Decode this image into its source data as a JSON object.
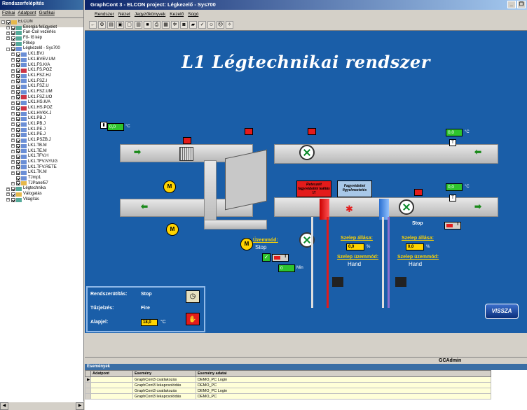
{
  "left_panel": {
    "title": "Rendszerfelépítés",
    "menu": [
      "Fizikai",
      "Adatpont",
      "Grafikai"
    ],
    "tree": [
      {
        "label": "ELCON",
        "level": 0,
        "toggle": "-",
        "checked": true,
        "icon": "y"
      },
      {
        "label": "Energia felügyelet",
        "level": 1,
        "toggle": "+",
        "checked": true,
        "icon": "g"
      },
      {
        "label": "Fan-Coil vezérlés",
        "level": 1,
        "toggle": "+",
        "checked": true,
        "icon": "g"
      },
      {
        "label": "Fő- fő kép",
        "level": 1,
        "toggle": "+",
        "checked": true,
        "icon": "g"
      },
      {
        "label": "Főkép",
        "level": 1,
        "toggle": "",
        "checked": true,
        "icon": "g"
      },
      {
        "label": "Légkezelő - Sys700",
        "level": 1,
        "toggle": "-",
        "checked": true,
        "icon": "b"
      },
      {
        "label": "LK1.BV.I",
        "level": 2,
        "toggle": "+",
        "checked": true,
        "icon": "b"
      },
      {
        "label": "LK1.BVEV.UM",
        "level": 2,
        "toggle": "+",
        "checked": true,
        "icon": "b"
      },
      {
        "label": "LK1.FS.K/A",
        "level": 2,
        "toggle": "+",
        "checked": true,
        "icon": "b"
      },
      {
        "label": "LK1.FS.POZ",
        "level": 2,
        "toggle": "+",
        "checked": true,
        "icon": "r"
      },
      {
        "label": "LK1.FSZ.HJ",
        "level": 2,
        "toggle": "+",
        "checked": true,
        "icon": "b"
      },
      {
        "label": "LK1.FSZ.I",
        "level": 2,
        "toggle": "+",
        "checked": true,
        "icon": "b"
      },
      {
        "label": "LK1.FSZ.U",
        "level": 2,
        "toggle": "+",
        "checked": true,
        "icon": "b"
      },
      {
        "label": "LK1.FSZ.UM",
        "level": 2,
        "toggle": "+",
        "checked": true,
        "icon": "b"
      },
      {
        "label": "LK1.FSZ.UO",
        "level": 2,
        "toggle": "+",
        "checked": true,
        "icon": "r"
      },
      {
        "label": "LK1.HS.K/A",
        "level": 2,
        "toggle": "+",
        "checked": true,
        "icon": "b"
      },
      {
        "label": "LK1.HS.POZ",
        "level": 2,
        "toggle": "+",
        "checked": true,
        "icon": "r"
      },
      {
        "label": "LK1.HVKK.J",
        "level": 2,
        "toggle": "+",
        "checked": true,
        "icon": "b"
      },
      {
        "label": "LK1.PB.J",
        "level": 2,
        "toggle": "+",
        "checked": true,
        "icon": "b"
      },
      {
        "label": "LK1.PB.J",
        "level": 2,
        "toggle": "+",
        "checked": true,
        "icon": "b"
      },
      {
        "label": "LK1.PE.J",
        "level": 2,
        "toggle": "+",
        "checked": true,
        "icon": "b"
      },
      {
        "label": "LK1.PE.J",
        "level": 2,
        "toggle": "+",
        "checked": true,
        "icon": "b"
      },
      {
        "label": "LK1.PSZB.J",
        "level": 2,
        "toggle": "+",
        "checked": true,
        "icon": "b"
      },
      {
        "label": "LK1.TB.M",
        "level": 2,
        "toggle": "+",
        "checked": true,
        "icon": "b"
      },
      {
        "label": "LK1.TE.M",
        "level": 2,
        "toggle": "+",
        "checked": true,
        "icon": "b"
      },
      {
        "label": "LK1.TFV.H",
        "level": 2,
        "toggle": "+",
        "checked": true,
        "icon": "b"
      },
      {
        "label": "LK1.TFV.NYUG",
        "level": 2,
        "toggle": "+",
        "checked": true,
        "icon": "b"
      },
      {
        "label": "LK1.TFV.RETE",
        "level": 2,
        "toggle": "+",
        "checked": true,
        "icon": "b"
      },
      {
        "label": "LK1.TK.M",
        "level": 2,
        "toggle": "+",
        "checked": true,
        "icon": "b"
      },
      {
        "label": "TJmp1",
        "level": 2,
        "toggle": "",
        "checked": true,
        "icon": "b"
      },
      {
        "label": "TJPanel57",
        "level": 2,
        "toggle": "+",
        "checked": true,
        "icon": "y"
      },
      {
        "label": "Légtechnika",
        "level": 1,
        "toggle": "+",
        "checked": true,
        "icon": "g"
      },
      {
        "label": "Válogatás",
        "level": 1,
        "toggle": "+",
        "checked": true,
        "icon": "y"
      },
      {
        "label": "Világítás",
        "level": 1,
        "toggle": "+",
        "checked": true,
        "icon": "g"
      }
    ]
  },
  "window": {
    "title": "GraphCont 3 - ELCON project: Légkezelő - Sys700",
    "menu": [
      "Rendszer",
      "Nézet",
      "Jegyzőkönyvek",
      "Kezelő",
      "Súgó"
    ],
    "toolbar_icons": [
      "arrow-left-icon",
      "gear-icon",
      "document-icon",
      "window-icon",
      "window2-icon",
      "window3-icon",
      "screen-icon",
      "print-icon",
      "chart-icon",
      "tool-icon",
      "disk-icon",
      "folder-icon",
      "ok-icon",
      "user-icon",
      "user-delete-icon",
      "settings-icon"
    ]
  },
  "diagram": {
    "heading": "L1 Légtechnikai rendszer",
    "temp_left": {
      "value": "0,0",
      "unit": "°C"
    },
    "temp_top_right": {
      "value": "0,0",
      "unit": "°C"
    },
    "temp_mid_right": {
      "value": "0,0",
      "unit": "°C"
    },
    "motor_label": "M",
    "sensor_label": "T",
    "btn_reteszelt": "Reteszelt fagyvédelmi leállás !!!",
    "btn_fagyvedelmi": "Fagyvédelmi figyelmeztetés",
    "fan_status": "Stop",
    "pump": {
      "mode_label": "Üzemmód:",
      "mode_value": "Stop",
      "timer_value": "0",
      "timer_unit": "Min"
    },
    "valve1": {
      "position_label": "Szelep állása:",
      "position_value": "0,0",
      "position_unit": "%",
      "mode_label": "Szelep üzemmód:",
      "mode_value": "Hand"
    },
    "valve2": {
      "position_label": "Szelep állása:",
      "position_value": "0,0",
      "position_unit": "%",
      "mode_label": "Szelep üzemmód:",
      "mode_value": "Hand"
    }
  },
  "status_panel": {
    "rendszer_label": "Rendszerütítás:",
    "rendszer_value": "Stop",
    "tuzjelzes_label": "Tűzjelzés:",
    "tuzjelzes_value": "Fire",
    "alapjel_label": "Alapjel:",
    "alapjel_value": "18,0",
    "alapjel_unit": "°C"
  },
  "vissza_label": "VISSZA",
  "status_user": "GCAdmin",
  "events": {
    "title": "Események",
    "columns": [
      "Adatpont",
      "Esemény",
      "Esemény adatai"
    ],
    "rows": [
      [
        "",
        "GraphCont3 csatlakozás",
        "DEMO_PC Login"
      ],
      [
        "",
        "GraphCont3 lekapcsolódás",
        "DEMO_PC"
      ],
      [
        "",
        "GraphCont3 csatlakozás",
        "DEMO_PC Login"
      ],
      [
        "",
        "GraphCont3 lekapcsolódás",
        "DEMO_PC"
      ]
    ]
  }
}
